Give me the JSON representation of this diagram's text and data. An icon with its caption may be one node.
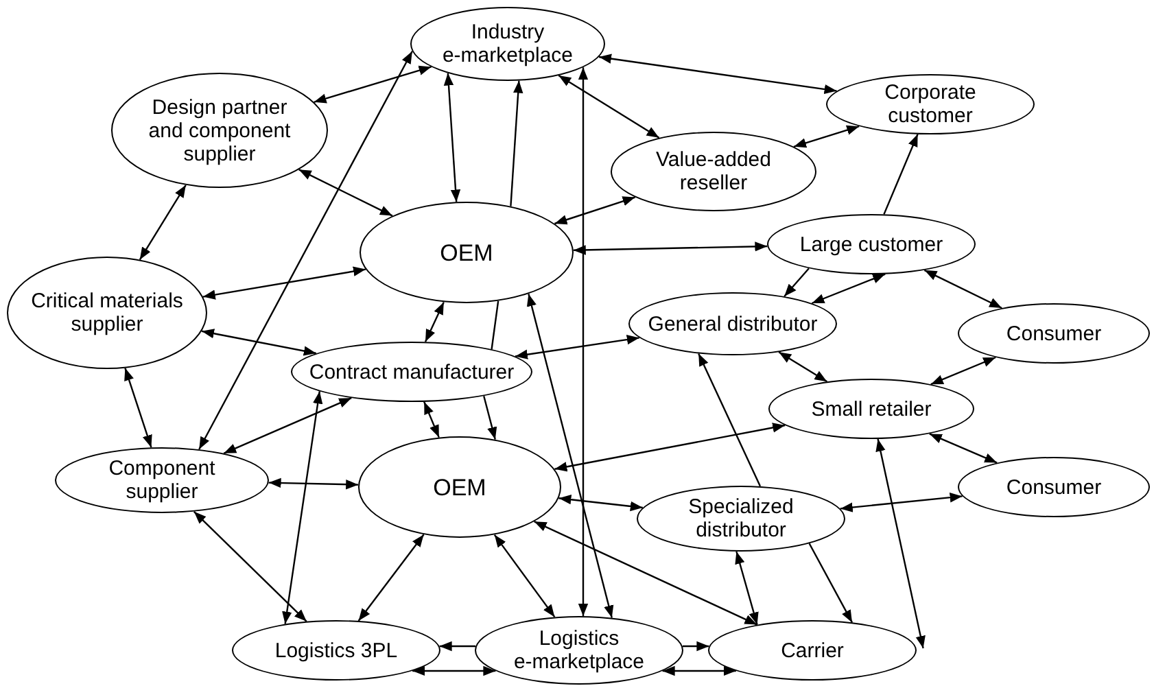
{
  "diagram": {
    "nodes": [
      {
        "text": [
          "Industry e-marketplace"
        ]
      },
      {
        "text": [
          "Design partner and component supplier"
        ]
      },
      {
        "text": [
          "Corporate customer"
        ]
      },
      {
        "text": [
          "Value-added reseller"
        ]
      },
      {
        "text": [
          "OEM"
        ]
      },
      {
        "text": [
          "Large customer"
        ]
      },
      {
        "text": [
          "Critical materials supplier"
        ]
      },
      {
        "text": [
          "General distributor"
        ]
      },
      {
        "text": [
          "Consumer"
        ]
      },
      {
        "text": [
          "Contract manufacturer"
        ]
      },
      {
        "text": [
          "Small retailer"
        ]
      },
      {
        "text": [
          "Component supplier"
        ]
      },
      {
        "text": [
          "OEM"
        ]
      },
      {
        "text": [
          "Specialized distributor"
        ]
      },
      {
        "text": [
          "Consumer"
        ]
      },
      {
        "text": [
          "Logistics 3PL"
        ]
      },
      {
        "text": [
          "Logistics e-marketplace"
        ]
      },
      {
        "text": [
          "Carrier"
        ]
      }
    ],
    "edges": [
      {
        "from": 0,
        "to": 1,
        "arrow": "both"
      },
      {
        "from": 0,
        "to": 2,
        "arrow": "both"
      },
      {
        "from": 0,
        "to": 3,
        "arrow": "both"
      },
      {
        "from": 0,
        "to": 4,
        "arrow": "both"
      },
      {
        "from": 4,
        "to": 0,
        "arrow": "to"
      },
      {
        "from": 1,
        "to": 4,
        "arrow": "both"
      },
      {
        "from": 1,
        "to": 6,
        "arrow": "both"
      },
      {
        "from": 6,
        "to": 4,
        "arrow": "both"
      },
      {
        "from": 3,
        "to": 2,
        "arrow": "both"
      },
      {
        "from": 3,
        "to": 4,
        "arrow": "both"
      },
      {
        "from": 4,
        "to": 5,
        "arrow": "both"
      },
      {
        "from": 5,
        "to": 2,
        "arrow": "to"
      },
      {
        "from": 5,
        "to": 8,
        "arrow": "both"
      },
      {
        "from": 5,
        "to": 7,
        "arrow": "to"
      },
      {
        "from": 7,
        "to": 5,
        "arrow": "both"
      },
      {
        "from": 6,
        "to": 9,
        "arrow": "both"
      },
      {
        "from": 0,
        "to": 11,
        "arrow": "both"
      },
      {
        "from": 4,
        "to": 9,
        "arrow": "both"
      },
      {
        "from": 9,
        "to": 12,
        "arrow": "to"
      },
      {
        "from": 7,
        "to": 9,
        "arrow": "both"
      },
      {
        "from": 4,
        "to": 16,
        "arrow": "both"
      },
      {
        "from": 0,
        "to": 16,
        "arrow": "both"
      },
      {
        "from": 9,
        "to": 11,
        "arrow": "both"
      },
      {
        "from": 9,
        "to": 15,
        "arrow": "both"
      },
      {
        "from": 9,
        "to": 12,
        "arrow": "both"
      },
      {
        "from": 6,
        "to": 11,
        "arrow": "both"
      },
      {
        "from": 11,
        "to": 12,
        "arrow": "both"
      },
      {
        "from": 11,
        "to": 15,
        "arrow": "both"
      },
      {
        "from": 12,
        "to": 15,
        "arrow": "both"
      },
      {
        "from": 12,
        "to": 16,
        "arrow": "both"
      },
      {
        "from": 12,
        "to": 10,
        "arrow": "both"
      },
      {
        "from": 12,
        "to": 13,
        "arrow": "both"
      },
      {
        "from": 12,
        "to": 17,
        "arrow": "both"
      },
      {
        "from": 7,
        "to": 10,
        "arrow": "both"
      },
      {
        "from": 13,
        "to": 7,
        "arrow": "to"
      },
      {
        "from": 10,
        "to": 8,
        "arrow": "both"
      },
      {
        "from": 10,
        "to": 14,
        "arrow": "both"
      },
      {
        "from": 10,
        "to": 17,
        "arrow": "both"
      },
      {
        "from": 13,
        "to": 14,
        "arrow": "both"
      },
      {
        "from": 13,
        "to": 17,
        "arrow": "both"
      },
      {
        "from": 13,
        "to": 17,
        "arrow": "to"
      },
      {
        "from": 16,
        "to": 15,
        "arrow": "to"
      },
      {
        "from": 15,
        "to": 16,
        "arrow": "both"
      },
      {
        "from": 16,
        "to": 17,
        "arrow": "to"
      },
      {
        "from": 16,
        "to": 17,
        "arrow": "both"
      },
      {
        "from": 4,
        "to": 9,
        "arrow": "none"
      }
    ]
  }
}
